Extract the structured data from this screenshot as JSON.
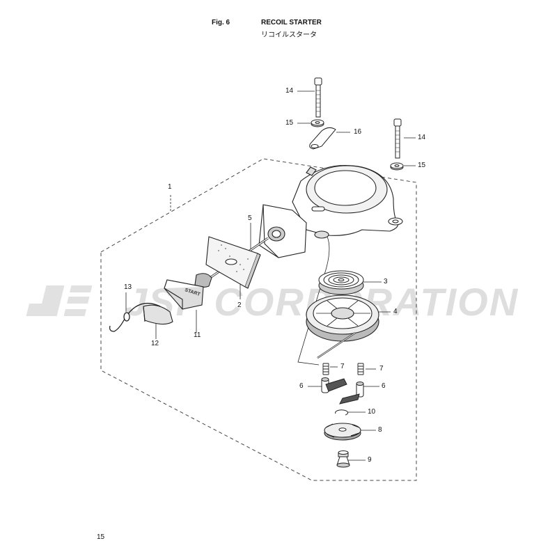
{
  "header": {
    "figure": "Fig. 6",
    "title_en": "RECOIL STARTER",
    "title_jp": "リコイルスタータ"
  },
  "page_number": "15",
  "watermark": {
    "logo_text": "JSP CORPORATION",
    "color": "#d9d9d9"
  },
  "callouts": {
    "c1": "1",
    "c2": "2",
    "c3": "3",
    "c4": "4",
    "c5": "5",
    "c6a": "6",
    "c6b": "6",
    "c7a": "7",
    "c7b": "7",
    "c8": "8",
    "c9": "9",
    "c10": "10",
    "c11": "11",
    "c12": "12",
    "c13": "13",
    "c14a": "14",
    "c14b": "14",
    "c15a": "15",
    "c15b": "15",
    "c16": "16"
  },
  "grip_text": "START",
  "colors": {
    "line": "#222222",
    "shade": "#cfcfcf",
    "dark": "#555555"
  }
}
